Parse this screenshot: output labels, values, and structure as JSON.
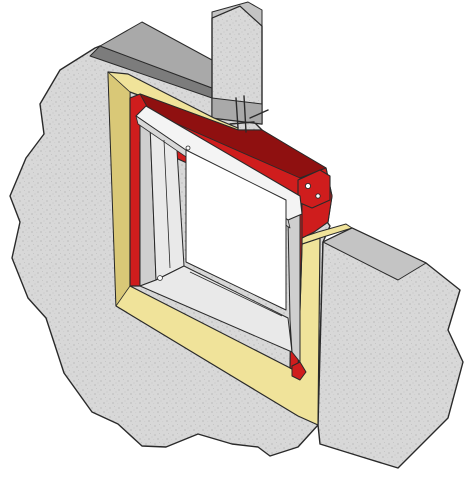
{
  "diagram": {
    "subject": "",
    "components": [
      {
        "id": "wall-opening-slab",
        "icon": "concrete-slab"
      },
      {
        "id": "upper-wall-column",
        "icon": "concrete-column"
      },
      {
        "id": "right-wall-slab",
        "icon": "concrete-slab"
      },
      {
        "id": "sealing-frame",
        "icon": "insulation-strip"
      },
      {
        "id": "damper-casing",
        "icon": "metal-casing"
      },
      {
        "id": "corner-bracket",
        "icon": "bracket"
      },
      {
        "id": "mounting-fixings",
        "icon": "fastener"
      },
      {
        "id": "damper-blade",
        "icon": "blade"
      }
    ]
  },
  "colors": {
    "background": "#ffffff",
    "concrete": "#d8d8d8",
    "concrete_dark": "#c4c4c4",
    "concrete_shadow": "#a9a9a9",
    "slab_top_dark": "#7c7c7c",
    "sealing_frame": "#f0e39a",
    "sealing_frame_shade": "#d9c877",
    "damper_casing": "#cf1d1d",
    "damper_casing_dark": "#8f1010",
    "inner_frame": "#e9e9e9",
    "inner_frame_shade": "#cfcfcf",
    "blade": "#f4f4f4",
    "outline": "#2a2a2a"
  }
}
